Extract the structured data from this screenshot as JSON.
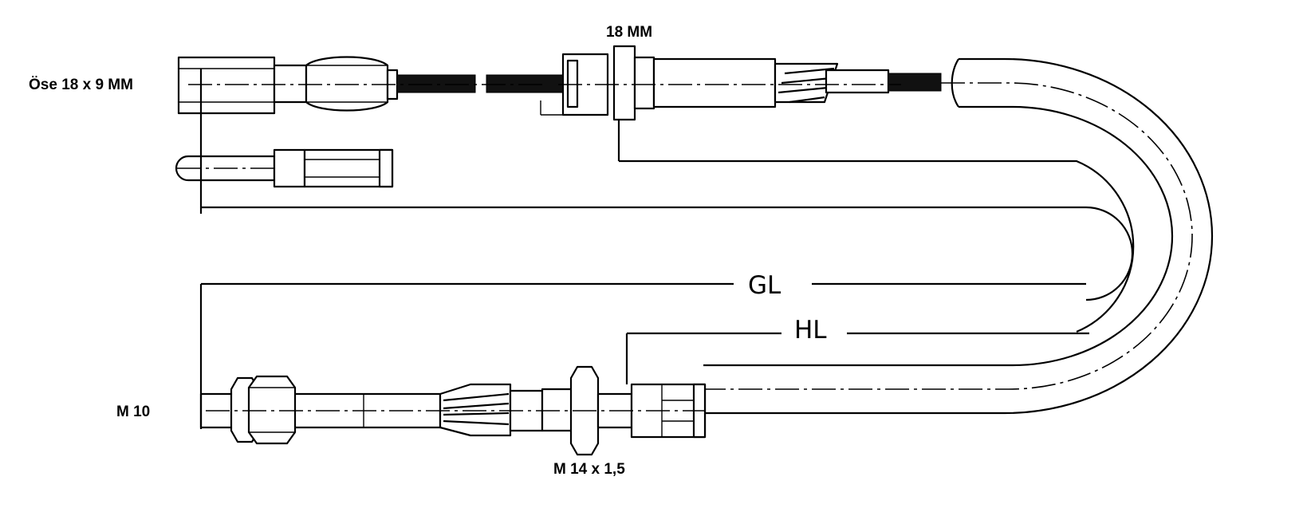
{
  "labels": {
    "eye": "Öse 18 x 9 MM",
    "collar": "18 MM",
    "thread_end": "M 10",
    "thread_nut": "M 14 x 1,5",
    "gl": "GL",
    "hl": "HL"
  },
  "colors": {
    "line": "#000000",
    "background": "#ffffff"
  }
}
